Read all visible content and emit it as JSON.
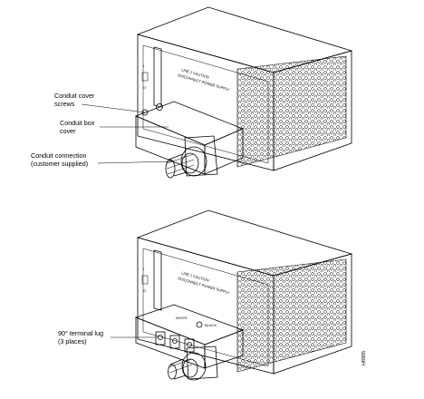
{
  "callouts": {
    "cover_screws": [
      "Conduit cover",
      "screws"
    ],
    "box_cover": [
      "Conduit box",
      "cover"
    ],
    "connection": [
      "Conduit connection",
      "(customer supplied)"
    ],
    "terminal_lug": [
      "90° terminal lug",
      "(3 places)"
    ]
  },
  "panel": {
    "label_line1": "LINE 1 CAUTION",
    "label_line2": "DISCONNECT POWER SUPPLY",
    "switch_on": "I",
    "switch_off": "O",
    "terminal_left": "WHITE",
    "terminal_right": "BLACK"
  },
  "figure_id": "H6905",
  "colors": {
    "line": "#000000",
    "background": "#ffffff"
  }
}
